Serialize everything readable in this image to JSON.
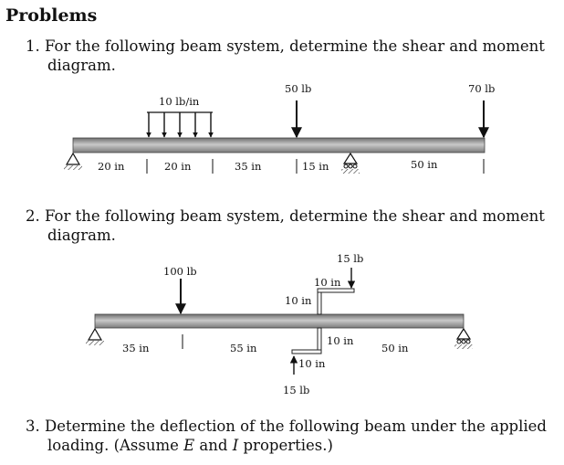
{
  "heading": "Problems",
  "problems": [
    {
      "number": "1.",
      "line1": "For the following beam system, determine the shear and moment",
      "line2": "diagram."
    },
    {
      "number": "2.",
      "line1": "For the following beam system, determine the shear and moment",
      "line2": "diagram."
    },
    {
      "number": "3.",
      "line1": "Determine the deflection of the following beam under the applied",
      "line2_a": "loading. (Assume ",
      "line2_E": "E",
      "line2_and": " and ",
      "line2_I": "I",
      "line2_b": " properties.)"
    }
  ],
  "beam1": {
    "dist_load": "10 lb/in",
    "load_50": "50 lb",
    "load_70": "70 lb",
    "dims": [
      "20 in",
      "20 in",
      "35 in",
      "15 in",
      "50 in"
    ]
  },
  "beam2": {
    "load_100": "100 lb",
    "load_15_top": "15 lb",
    "load_15_bottom": "15 lb",
    "arm_top_h": "10 in",
    "arm_top_v": "10 in",
    "arm_bottom_v": "10 in",
    "arm_bottom_h": "10 in",
    "dims": [
      "35 in",
      "55 in",
      "50 in"
    ]
  }
}
